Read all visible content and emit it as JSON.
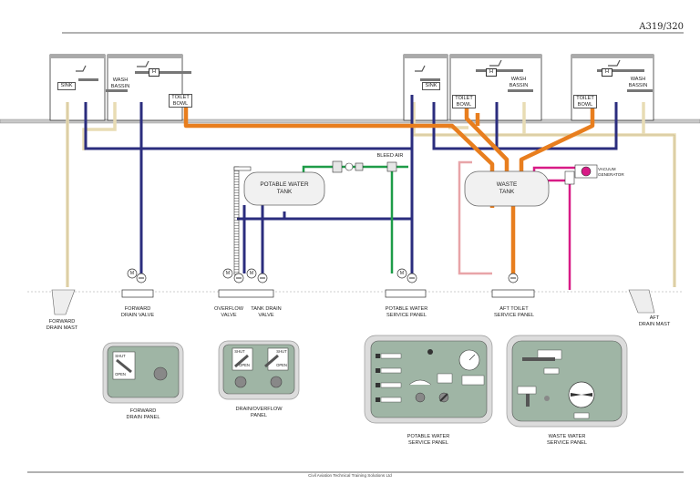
{
  "header": {
    "model": "A319/320"
  },
  "footer": {
    "credit": "Civil Aviation Technical Training Solutions Ltd"
  },
  "labels": {
    "sink_fwd": "SINK",
    "wash_basin_fwd": "WASH\nBASSIN",
    "toilet_bowl_fwd": "TOILET\nBOWL",
    "h_fwd": "H",
    "sink_aft": "SINK",
    "toilet_bowl_aft1": "TOILET\nBOWL",
    "wash_basin_aft1": "WASH\nBASSIN",
    "h_aft1": "H",
    "toilet_bowl_aft2": "TOILET\nBOWL",
    "wash_basin_aft2": "WASH\nBASSIN",
    "h_aft2": "H",
    "potable_tank": "POTABLE WATER\nTANK",
    "waste_tank": "WASTE\nTANK",
    "bleed_air": "BLEED AIR",
    "vacuum_generator": "VACUUM\nGENERATOR",
    "fwd_drain_mast": "FORWARD\nDRAIN MAST",
    "fwd_drain_valve": "FORWARD\nDRAIN VALVE",
    "overflow_valve": "OVERFLOW\nVALVE",
    "tank_drain_valve": "TANK DRAIN\nVALVE",
    "potable_service_panel": "POTABLE WATER\nSERVICE PANEL",
    "aft_toilet_service_panel": "AFT TOILET\nSERVICE PANEL",
    "aft_drain_mast": "AFT\nDRAIN MAST",
    "fwd_drain_panel": "FORWARD\nDRAIN PANEL",
    "drain_overflow_panel": "DRAIN/OVERFLOW\nPANEL",
    "potable_panel_caption": "POTABLE WATER\nSERVICE PANEL",
    "waste_panel_caption": "WASTE WATER\nSERVICE PANEL",
    "shut": "SHUT",
    "open": "OPEN",
    "m": "M"
  },
  "colors": {
    "blue": "#2b2d7e",
    "orange": "#e87e1e",
    "green": "#1e9c48",
    "magenta": "#d81b86",
    "pink": "#e8a4a8",
    "cream": "#e8dcb4",
    "panel_green": "#9fb5a5",
    "panel_bg": "#dcdcdc"
  }
}
